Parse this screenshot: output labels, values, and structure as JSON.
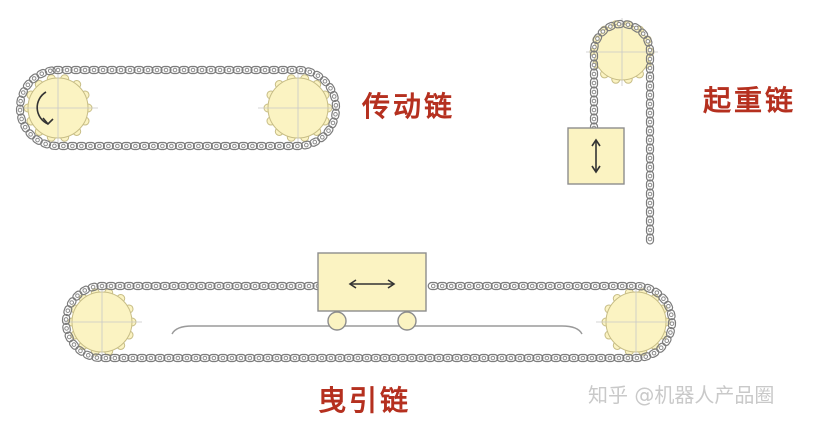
{
  "labels": {
    "transmission_chain": "传动链",
    "lifting_chain": "起重链",
    "traction_chain": "曳引链"
  },
  "watermark": "知乎 @机器人产品圈",
  "colors": {
    "label": "#b5301f",
    "sprocket": "#fbf3c2",
    "chain": "#7c7c7c"
  }
}
